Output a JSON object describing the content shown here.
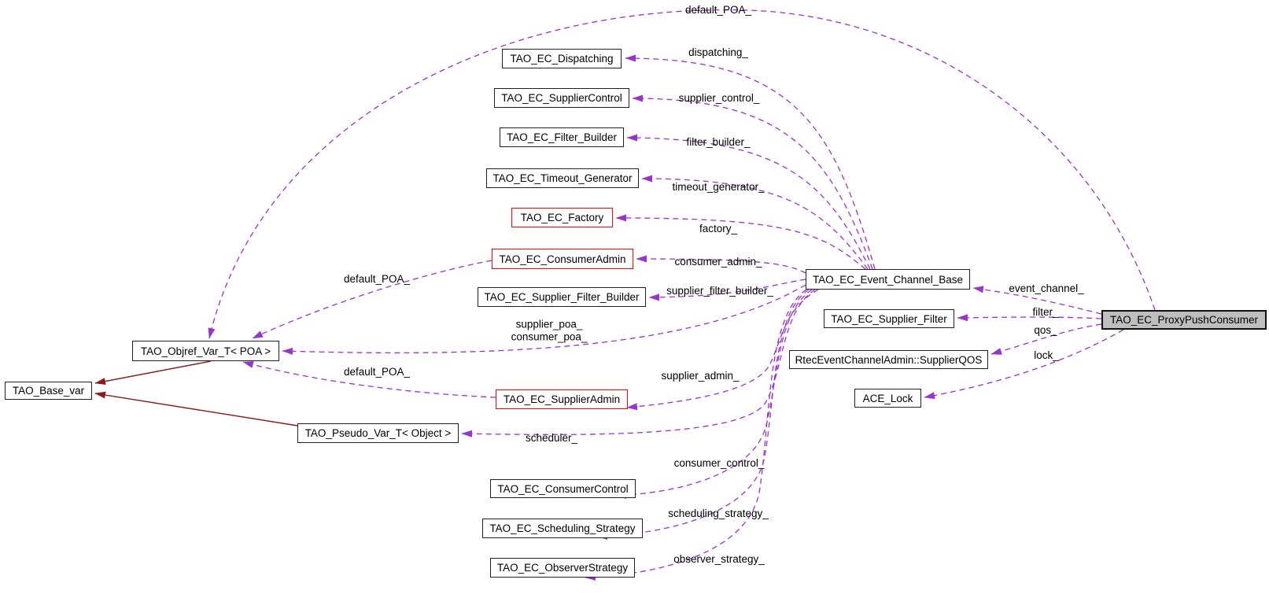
{
  "diagram": {
    "type": "doxygen-collaboration-graph",
    "main_node": "proxy_push_consumer",
    "colors": {
      "usage_edge": "#9a32cd",
      "inheritance_edge": "#8b1a1a",
      "node_border": "#1f1f1f",
      "red_node_border": "#ff0000",
      "main_node_fill": "#bfbfbf",
      "node_fill": "#ffffff",
      "background": "#ffffff",
      "text": "#000000"
    },
    "nodes": {
      "dispatching": {
        "label": "TAO_EC_Dispatching",
        "style": "normal"
      },
      "supplier_control": {
        "label": "TAO_EC_SupplierControl",
        "style": "normal"
      },
      "filter_builder": {
        "label": "TAO_EC_Filter_Builder",
        "style": "normal"
      },
      "timeout_generator": {
        "label": "TAO_EC_Timeout_Generator",
        "style": "normal"
      },
      "factory": {
        "label": "TAO_EC_Factory",
        "style": "red"
      },
      "consumer_admin": {
        "label": "TAO_EC_ConsumerAdmin",
        "style": "red"
      },
      "supplier_filter_builder": {
        "label": "TAO_EC_Supplier_Filter_Builder",
        "style": "normal"
      },
      "event_channel_base": {
        "label": "TAO_EC_Event_Channel_Base",
        "style": "normal"
      },
      "supplier_filter": {
        "label": "TAO_EC_Supplier_Filter",
        "style": "normal"
      },
      "supplier_qos": {
        "label": "RtecEventChannelAdmin::SupplierQOS",
        "style": "normal"
      },
      "ace_lock": {
        "label": "ACE_Lock",
        "style": "normal"
      },
      "proxy_push_consumer": {
        "label": "TAO_EC_ProxyPushConsumer",
        "style": "main"
      },
      "objref_var": {
        "label": "TAO_Objref_Var_T< POA >",
        "style": "normal"
      },
      "base_var": {
        "label": "TAO_Base_var",
        "style": "normal"
      },
      "pseudo_var": {
        "label": "TAO_Pseudo_Var_T< Object >",
        "style": "normal"
      },
      "supplier_admin": {
        "label": "TAO_EC_SupplierAdmin",
        "style": "red"
      },
      "consumer_control": {
        "label": "TAO_EC_ConsumerControl",
        "style": "normal"
      },
      "scheduling_strategy": {
        "label": "TAO_EC_Scheduling_Strategy",
        "style": "normal"
      },
      "observer_strategy": {
        "label": "TAO_EC_ObserverStrategy",
        "style": "normal"
      }
    },
    "edge_labels": {
      "default_poa_top": "default_POA_",
      "dispatching_": "dispatching_",
      "supplier_control_": "supplier_control_",
      "filter_builder_": "filter_builder_",
      "timeout_generator_": "timeout_generator_",
      "factory_": "factory_",
      "consumer_admin_": "consumer_admin_",
      "supplier_filter_builder_": "supplier_filter_builder_",
      "default_poa_ca": "default_POA_",
      "poa_pair": "supplier_poa_\nconsumer_poa_",
      "default_poa_sa": "default_POA_",
      "supplier_admin_": "supplier_admin_",
      "scheduler_": "scheduler_",
      "consumer_control_": "consumer_control_",
      "scheduling_strategy_": "scheduling_strategy_",
      "observer_strategy_": "observer_strategy_",
      "event_channel_": "event_channel_",
      "filter_": "filter_",
      "qos_": "qos_",
      "lock_": "lock_"
    },
    "edges": [
      {
        "id": "e_dispatching",
        "from": "event_channel_base",
        "to": "dispatching",
        "label_ref": "dispatching_",
        "kind": "usage"
      },
      {
        "id": "e_supplier_control",
        "from": "event_channel_base",
        "to": "supplier_control",
        "label_ref": "supplier_control_",
        "kind": "usage"
      },
      {
        "id": "e_filter_builder",
        "from": "event_channel_base",
        "to": "filter_builder",
        "label_ref": "filter_builder_",
        "kind": "usage"
      },
      {
        "id": "e_timeout_generator",
        "from": "event_channel_base",
        "to": "timeout_generator",
        "label_ref": "timeout_generator_",
        "kind": "usage"
      },
      {
        "id": "e_factory",
        "from": "event_channel_base",
        "to": "factory",
        "label_ref": "factory_",
        "kind": "usage"
      },
      {
        "id": "e_consumer_admin",
        "from": "event_channel_base",
        "to": "consumer_admin",
        "label_ref": "consumer_admin_",
        "kind": "usage"
      },
      {
        "id": "e_supplier_filter_builder",
        "from": "event_channel_base",
        "to": "supplier_filter_builder",
        "label_ref": "supplier_filter_builder_",
        "kind": "usage"
      },
      {
        "id": "e_poa_pair",
        "from": "event_channel_base",
        "to": "objref_var",
        "label_ref": "poa_pair",
        "kind": "usage"
      },
      {
        "id": "e_supplier_admin",
        "from": "event_channel_base",
        "to": "supplier_admin",
        "label_ref": "supplier_admin_",
        "kind": "usage"
      },
      {
        "id": "e_scheduler",
        "from": "event_channel_base",
        "to": "pseudo_var",
        "label_ref": "scheduler_",
        "kind": "usage"
      },
      {
        "id": "e_consumer_control",
        "from": "event_channel_base",
        "to": "consumer_control",
        "label_ref": "consumer_control_",
        "kind": "usage"
      },
      {
        "id": "e_scheduling_strategy",
        "from": "event_channel_base",
        "to": "scheduling_strategy",
        "label_ref": "scheduling_strategy_",
        "kind": "usage"
      },
      {
        "id": "e_observer_strategy",
        "from": "event_channel_base",
        "to": "observer_strategy",
        "label_ref": "observer_strategy_",
        "kind": "usage"
      },
      {
        "id": "e_default_poa_top",
        "from": "proxy_push_consumer",
        "to": "objref_var",
        "label_ref": "default_poa_top",
        "kind": "usage"
      },
      {
        "id": "e_event_channel",
        "from": "proxy_push_consumer",
        "to": "event_channel_base",
        "label_ref": "event_channel_",
        "kind": "usage"
      },
      {
        "id": "e_filter",
        "from": "proxy_push_consumer",
        "to": "supplier_filter",
        "label_ref": "filter_",
        "kind": "usage"
      },
      {
        "id": "e_qos",
        "from": "proxy_push_consumer",
        "to": "supplier_qos",
        "label_ref": "qos_",
        "kind": "usage"
      },
      {
        "id": "e_lock",
        "from": "proxy_push_consumer",
        "to": "ace_lock",
        "label_ref": "lock_",
        "kind": "usage"
      },
      {
        "id": "e_default_poa_ca",
        "from": "consumer_admin",
        "to": "objref_var",
        "label_ref": "default_poa_ca",
        "kind": "usage"
      },
      {
        "id": "e_default_poa_sa",
        "from": "supplier_admin",
        "to": "objref_var",
        "label_ref": "default_poa_sa",
        "kind": "usage"
      },
      {
        "id": "e_inherit_objref",
        "from": "objref_var",
        "to": "base_var",
        "label_ref": null,
        "kind": "inheritance"
      },
      {
        "id": "e_inherit_pseudo",
        "from": "pseudo_var",
        "to": "base_var",
        "label_ref": null,
        "kind": "inheritance"
      }
    ]
  }
}
